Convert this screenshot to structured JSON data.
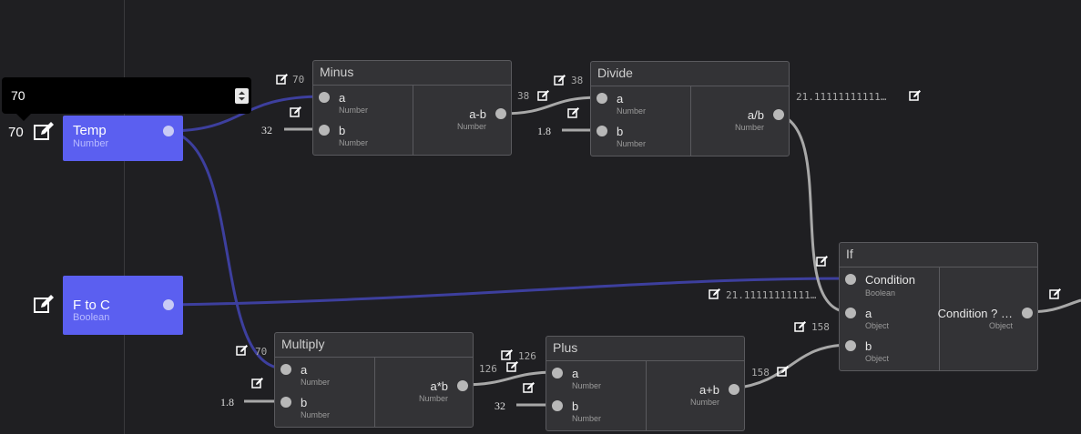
{
  "editor": {
    "input": {
      "value": "70"
    },
    "inputs": {
      "temp": {
        "label": "Temp",
        "type": "Number",
        "value": "70"
      },
      "f_to_c": {
        "label": "F to C",
        "type": "Boolean"
      }
    },
    "nodes": {
      "minus": {
        "title": "Minus",
        "a_label": "a",
        "a_type": "Number",
        "a_val": "70",
        "b_label": "b",
        "b_type": "Number",
        "b_const": "32",
        "out_label": "a-b",
        "out_type": "Number",
        "out_val": "38"
      },
      "divide": {
        "title": "Divide",
        "a_label": "a",
        "a_type": "Number",
        "a_val": "38",
        "b_label": "b",
        "b_type": "Number",
        "b_const": "1.8",
        "out_label": "a/b",
        "out_type": "Number",
        "out_val": "21.11111111111…"
      },
      "multiply": {
        "title": "Multiply",
        "a_label": "a",
        "a_type": "Number",
        "a_val": "70",
        "b_label": "b",
        "b_type": "Number",
        "b_const": "1.8",
        "out_label": "a*b",
        "out_type": "Number",
        "out_val": "126"
      },
      "plus": {
        "title": "Plus",
        "a_label": "a",
        "a_type": "Number",
        "a_val": "126",
        "b_label": "b",
        "b_type": "Number",
        "b_const": "32",
        "out_label": "a+b",
        "out_type": "Number",
        "out_val": "158"
      },
      "if": {
        "title": "If",
        "cond_label": "Condition",
        "cond_type": "Boolean",
        "a_label": "a",
        "a_type": "Object",
        "a_val": "21.11111111111…",
        "b_label": "b",
        "b_type": "Object",
        "b_val": "158",
        "out_label": "Condition ? …",
        "out_type": "Object"
      }
    },
    "colors": {
      "background": "#1f1f22",
      "node": "#333336",
      "input_node": "#5b5ff0",
      "wire": "#a8a8a8",
      "wire_active": "#3d3f9e"
    }
  }
}
